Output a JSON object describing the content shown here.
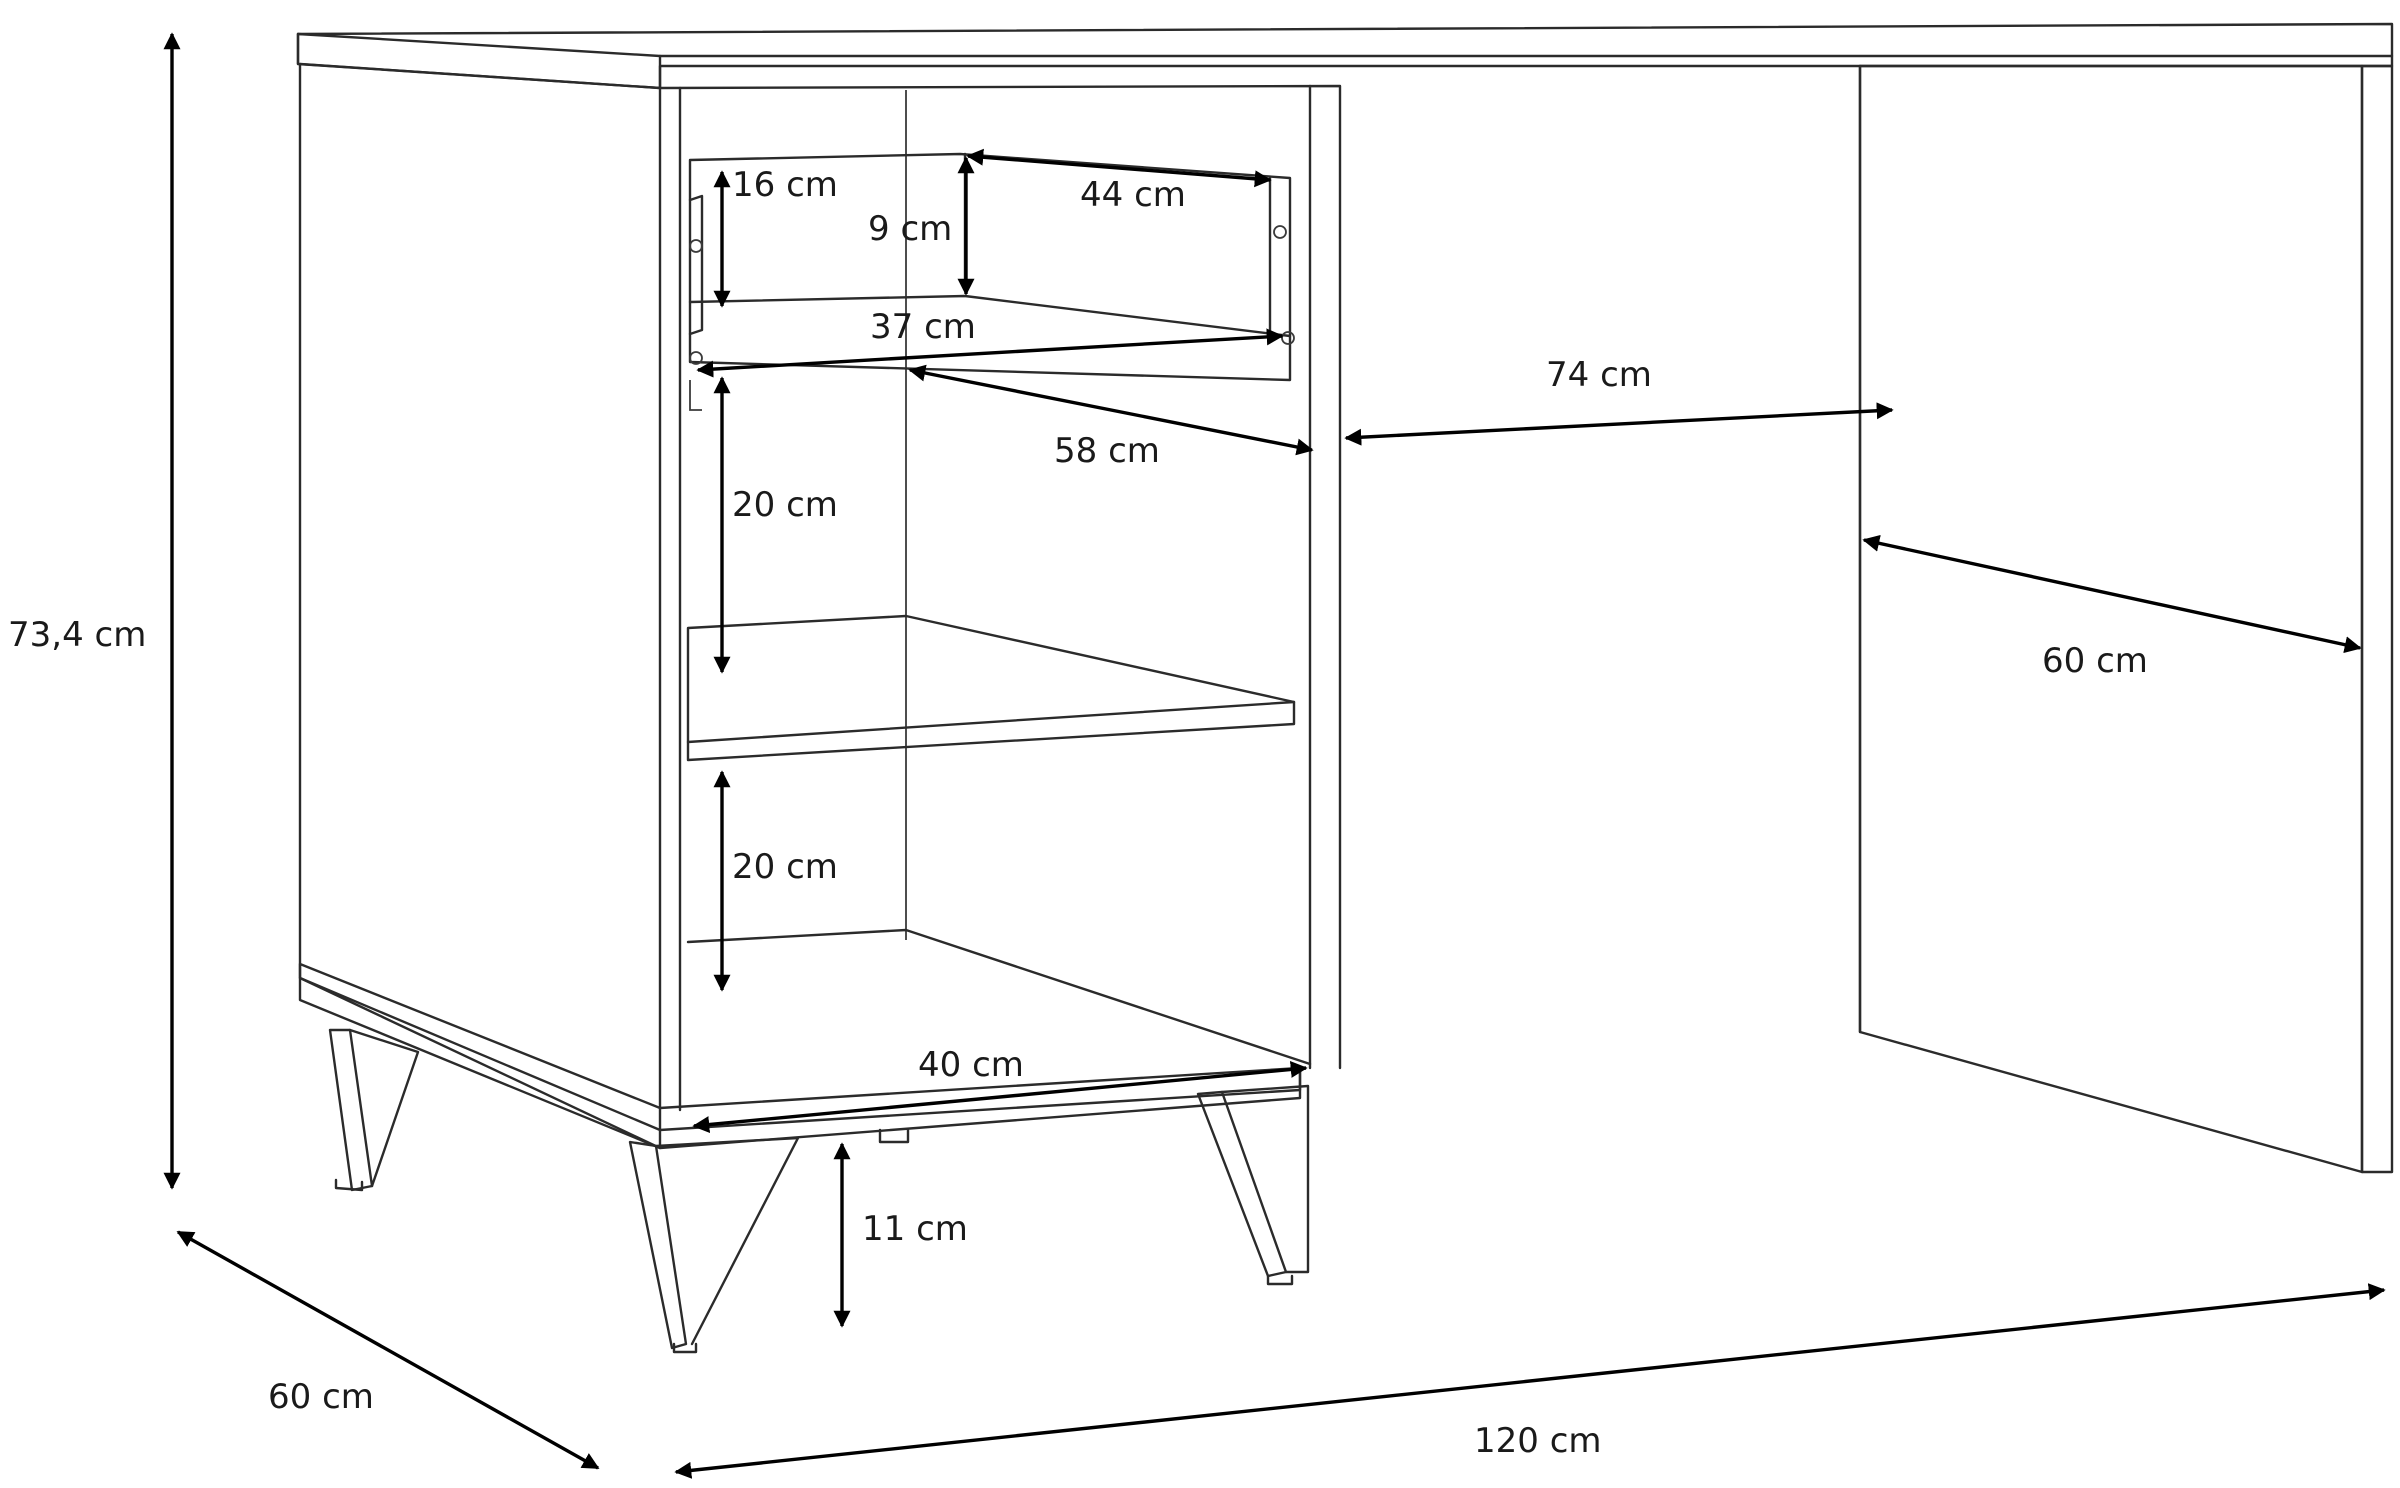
{
  "dimensions": {
    "height_total": "73,4 cm",
    "depth_total": "60 cm",
    "width_total": "120 cm",
    "legroom_width": "74 cm",
    "legroom_depth": "60 cm",
    "drawer_height_outer": "16 cm",
    "drawer_height_inner": "9 cm",
    "drawer_depth_inner": "44 cm",
    "drawer_width_inner": "37 cm",
    "cabinet_depth": "58 cm",
    "shelf_gap_upper": "20 cm",
    "shelf_gap_lower": "20 cm",
    "cabinet_width": "40 cm",
    "leg_height": "11 cm"
  },
  "colors": {
    "line": "#2b2b2b",
    "arrow": "#000000",
    "background": "#ffffff"
  }
}
